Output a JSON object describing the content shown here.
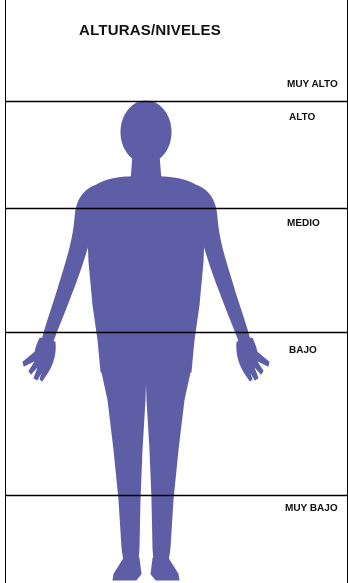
{
  "title": "ALTURAS/NIVELES",
  "levels": [
    {
      "label": "MUY ALTO"
    },
    {
      "label": "ALTO"
    },
    {
      "label": "MEDIO"
    },
    {
      "label": "BAJO"
    },
    {
      "label": "MUY BAJO"
    }
  ],
  "colors": {
    "figure": "#5e5ea6",
    "lines": "#000000",
    "background": "#ffffff"
  }
}
